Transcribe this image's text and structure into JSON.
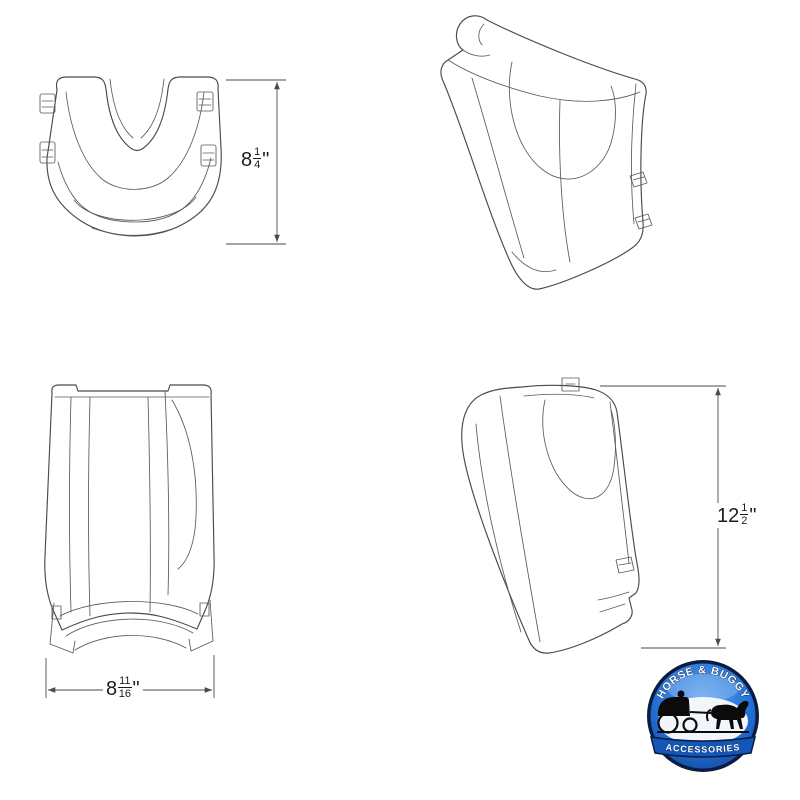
{
  "page": {
    "background": "#ffffff",
    "line_color": "#4a4a4a"
  },
  "dimensions": {
    "top_view_height": {
      "whole": "8",
      "numerator": "1",
      "denominator": "4",
      "unit": "\""
    },
    "front_view_width": {
      "whole": "8",
      "numerator": "11",
      "denominator": "16",
      "unit": "\""
    },
    "side_view_height": {
      "whole": "12",
      "numerator": "1",
      "denominator": "2",
      "unit": "\""
    }
  },
  "logo": {
    "arc_text": "HORSE & BUGGY",
    "banner_text": "ACCESSORIES",
    "blue": "#1d64c8",
    "dark_navy": "#0a1c40"
  }
}
